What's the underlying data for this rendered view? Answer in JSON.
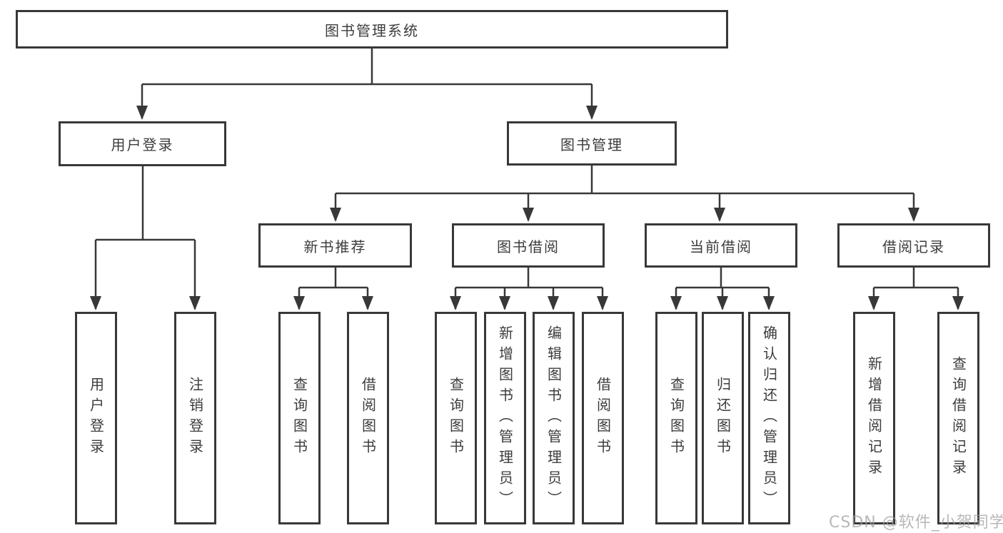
{
  "colors": {
    "line": "#383838",
    "box_border": "#383838",
    "text": "#3c3c3c",
    "watermark": "#9e9e9e",
    "background": "#ffffff"
  },
  "tree": {
    "root": {
      "label": "图书管理系统"
    },
    "branches": [
      {
        "label": "用户登录",
        "leaves": [
          "用户登录",
          "注销登录"
        ]
      },
      {
        "label": "图书管理",
        "groups": [
          {
            "label": "新书推荐",
            "leaves": [
              "查询图书",
              "借阅图书"
            ]
          },
          {
            "label": "图书借阅",
            "leaves": [
              "查询图书",
              "新增图书（管理员）",
              "编辑图书（管理员）",
              "借阅图书"
            ]
          },
          {
            "label": "当前借阅",
            "leaves": [
              "查询图书",
              "归还图书",
              "确认归还（管理员）"
            ]
          },
          {
            "label": "借阅记录",
            "leaves": [
              "新增借阅记录",
              "查询借阅记录"
            ]
          }
        ]
      }
    ]
  },
  "watermark": {
    "text": "CSDN @软件_小贺同学"
  }
}
